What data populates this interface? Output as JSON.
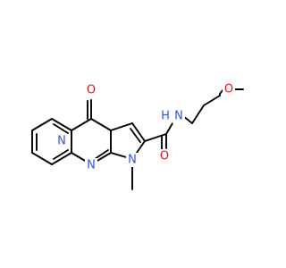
{
  "molecule": {
    "atoms": [
      {
        "id": "O_ketone",
        "symbol": "O",
        "color": "#ff0d0d"
      },
      {
        "id": "N_ring1",
        "symbol": "N",
        "color": "#3050f8"
      },
      {
        "id": "N_ring2",
        "symbol": "N",
        "color": "#3050f8"
      },
      {
        "id": "N_methyl",
        "symbol": "N",
        "color": "#3050f8"
      },
      {
        "id": "O_amide",
        "symbol": "O",
        "color": "#ff0d0d"
      },
      {
        "id": "N_amide",
        "symbol": "N",
        "color": "#3050f8"
      },
      {
        "id": "H_amide",
        "symbol": "H",
        "color": "#3050f8"
      },
      {
        "id": "O_ether",
        "symbol": "O",
        "color": "#ff0d0d"
      }
    ],
    "colors": {
      "carbon_bond": "#000000",
      "oxygen": "#ff0d0d",
      "nitrogen": "#3050f8",
      "background": "#ffffff"
    }
  }
}
